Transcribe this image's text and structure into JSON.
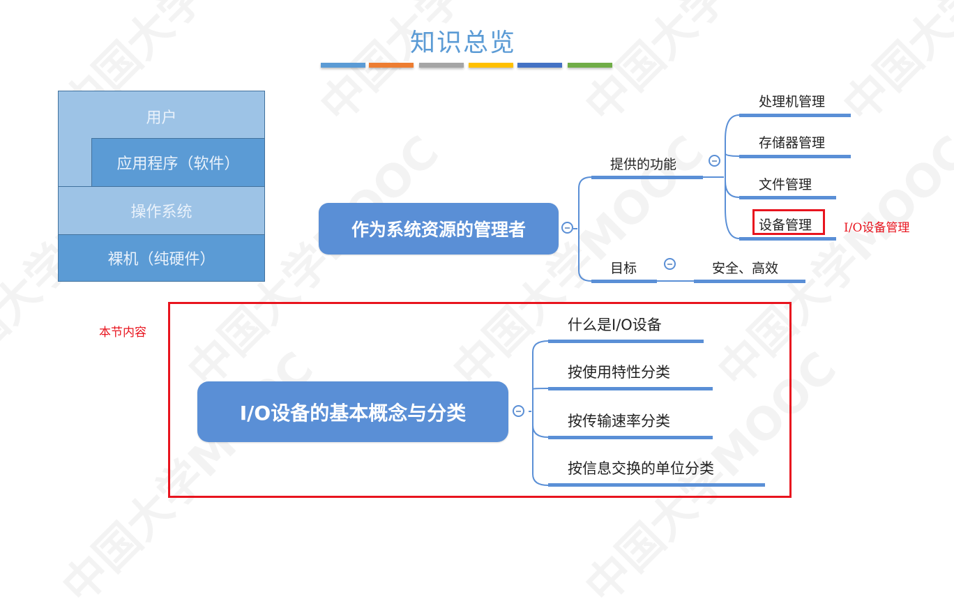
{
  "header": {
    "title": "知识总览",
    "color_bars": [
      "#5b9bd5",
      "#ed7d31",
      "#a5a5a5",
      "#ffc000",
      "#4472c4",
      "#70ad47"
    ]
  },
  "stack_diagram": {
    "layers": [
      {
        "label": "用户"
      },
      {
        "label": "应用程序（软件）"
      },
      {
        "label": "操作系统"
      },
      {
        "label": "裸机（纯硬件）"
      }
    ]
  },
  "mindmap_top": {
    "root": "作为系统资源的管理者",
    "branches": [
      {
        "label": "提供的功能",
        "children": [
          "处理机管理",
          "存储器管理",
          "文件管理",
          "设备管理"
        ]
      },
      {
        "label": "目标",
        "children": [
          "安全、高效"
        ]
      }
    ],
    "highlight_note": "I/O设备管理"
  },
  "section": {
    "label": "本节内容",
    "root": "I/O设备的基本概念与分类",
    "children": [
      "什么是I/O设备",
      "按使用特性分类",
      "按传输速率分类",
      "按信息交换的单位分类"
    ]
  },
  "watermark": {
    "text": "中国大学MOOC"
  },
  "colors": {
    "accent_blue": "#5a8fd6",
    "title_blue": "#5b9bd5",
    "highlight_red": "#e8141e"
  }
}
